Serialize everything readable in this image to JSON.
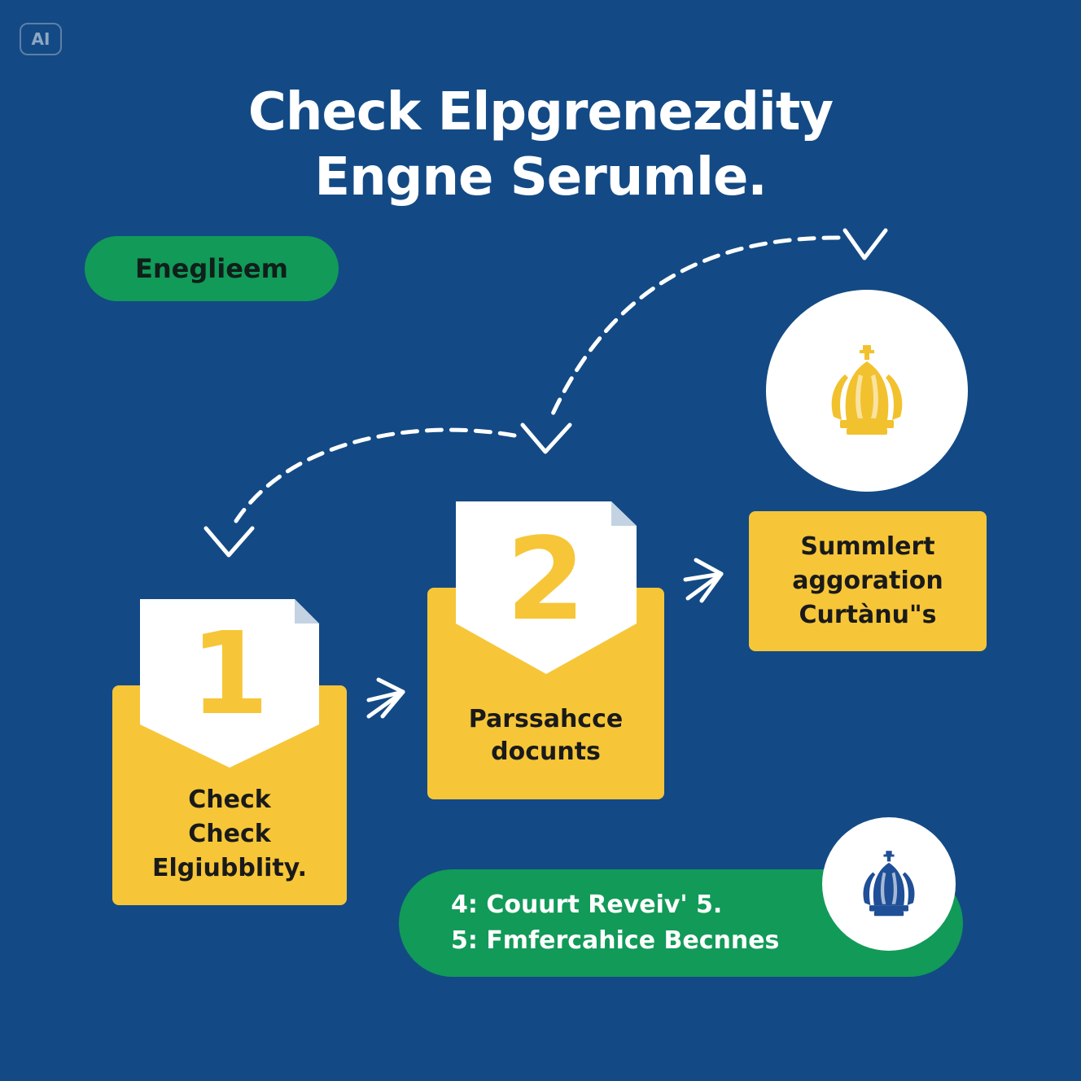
{
  "badge": {
    "label": "AI"
  },
  "title": {
    "line1": "Check Elpgrenezdity",
    "line2": "Engne Serumle."
  },
  "tag": {
    "label": "Eneglieem"
  },
  "steps": [
    {
      "number": "1",
      "label_lines": [
        "Check",
        "Check",
        "Elgiubblity."
      ]
    },
    {
      "number": "2",
      "label_lines": [
        "Parssahcce",
        "docunts"
      ]
    }
  ],
  "summary_box": {
    "lines": [
      "Summlert",
      "aggoration",
      "Curtànu\"s"
    ]
  },
  "bottom_pill": {
    "line1": "4: Couurt Reveiv' 5.",
    "line2": "5: Fmfercahice Becnnes"
  },
  "icons": {
    "top_emblem": "crown-bell-emblem-icon",
    "bottom_emblem": "crown-bell-emblem-icon"
  },
  "colors": {
    "background": "#134a85",
    "accent_yellow": "#f6c638",
    "accent_green": "#129a58",
    "emblem_blue": "#1f4f96"
  }
}
